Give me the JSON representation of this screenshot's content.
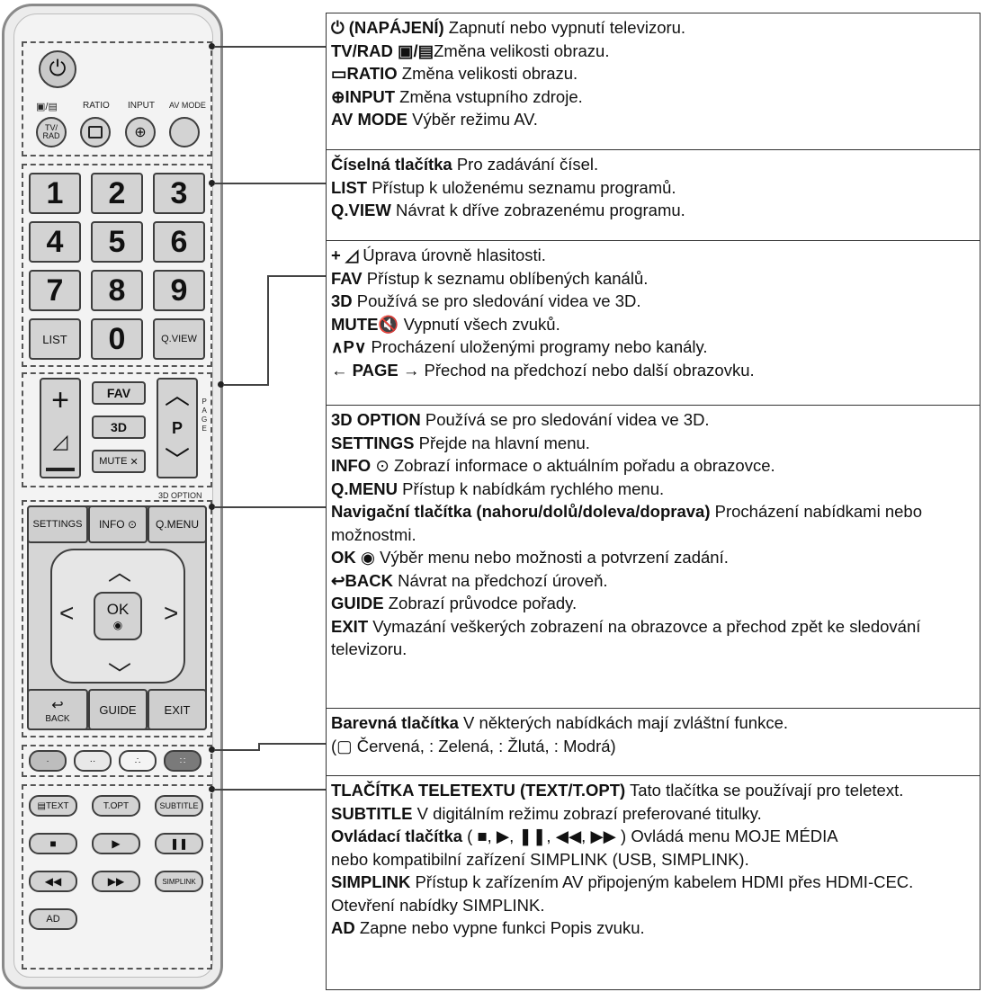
{
  "remote": {
    "power_label": "⏻",
    "tvrad_top": "▣/▤",
    "tvrad_button": "TV/\nRAD",
    "ratio_label": "RATIO",
    "input_label": "INPUT",
    "avmode_label": "AV MODE",
    "keys": [
      "1",
      "2",
      "3",
      "4",
      "5",
      "6",
      "7",
      "8",
      "9",
      "0"
    ],
    "list": "LIST",
    "qview": "Q.VIEW",
    "fav": "FAV",
    "threed": "3D",
    "mute": "MUTE",
    "p": "P",
    "page": "P\nA\nG\nE",
    "threed_option": "3D OPTION",
    "settings": "SETTINGS",
    "info": "INFO ⊙",
    "qmenu": "Q.MENU",
    "ok": "OK",
    "back": "BACK",
    "guide": "GUIDE",
    "exit": "EXIT",
    "text": "TEXT",
    "topt": "T.OPT",
    "subtitle": "SUBTITLE",
    "simplink": "SIMPLINK",
    "ad": "AD"
  },
  "sections": {
    "s1": [
      {
        "b": "⏻ (NAPÁJENÍ)",
        "t": "  Zapnutí nebo vypnutí televizoru."
      },
      {
        "b": "TV/RAD ▣/▤",
        "t": "Změna velikosti obrazu."
      },
      {
        "b": "▭RATIO",
        "t": "  Změna velikosti obrazu."
      },
      {
        "b": "⊕INPUT",
        "t": "  Změna vstupního zdroje."
      },
      {
        "b": "AV MODE",
        "t": "  Výběr režimu AV."
      }
    ],
    "s2": [
      {
        "b": "Číselná tlačítka",
        "t": "  Pro zadávání čísel."
      },
      {
        "b": "LIST",
        "t": "  Přístup k uloženému seznamu programů."
      },
      {
        "b": "Q.VIEW",
        "t": "  Návrat k dříve zobrazenému programu."
      }
    ],
    "s3": [
      {
        "b": "+ ◿",
        "t": " Úprava úrovně hlasitosti."
      },
      {
        "b": "FAV",
        "t": "  Přístup k seznamu oblíbených kanálů."
      },
      {
        "b": "3D",
        "t": "  Používá se pro sledování videa ve 3D."
      },
      {
        "b": "MUTE",
        "t": "🔇 Vypnutí všech zvuků."
      },
      {
        "b": "∧P∨",
        "t": "  Procházení uloženými programy nebo kanály."
      },
      {
        "b": "← PAGE →",
        "t": " Přechod na předchozí nebo další obrazovku."
      }
    ],
    "s4": [
      {
        "b": "3D OPTION",
        "t": "  Používá se pro sledování videa ve 3D."
      },
      {
        "b": "SETTINGS",
        "t": "  Přejde na hlavní menu."
      },
      {
        "b": "INFO",
        "t": " ⊙ Zobrazí informace o aktuálním pořadu a obrazovce."
      },
      {
        "b": "Q.MENU",
        "t": "  Přístup k nabídkám rychlého menu."
      },
      {
        "b": "Navigační tlačítka (nahoru/dolů/doleva/doprava)",
        "t": "  Procházení nabídkami nebo možnostmi."
      },
      {
        "b": "OK",
        "t": " ◉ Výběr menu nebo možnosti a potvrzení zadání."
      },
      {
        "b": "↩BACK",
        "t": "  Návrat na předchozí úroveň."
      },
      {
        "b": "GUIDE",
        "t": "  Zobrazí průvodce pořady."
      },
      {
        "b": "EXIT",
        "t": "  Vymazání veškerých zobrazení na obrazovce a přechod zpět ke sledování televizoru."
      }
    ],
    "s5": [
      {
        "b": "Barevná tlačítka",
        "t": "  V některých nabídkách mají zvláštní funkce."
      },
      {
        "b": "",
        "t": "(▢ Červená,  : Zelená,  : Žlutá,  : Modrá)"
      }
    ],
    "s6": [
      {
        "b": "TLAČÍTKA TELETEXTU (TEXT/T.OPT)",
        "t": "  Tato tlačítka se používají pro teletext."
      },
      {
        "b": "SUBTITLE",
        "t": "  V digitálním režimu zobrazí preferované titulky."
      },
      {
        "b": "Ovládací tlačítka",
        "t": " ( ■, ▶, ❚❚, ◀◀, ▶▶ ) Ovládá menu MOJE MÉDIA"
      },
      {
        "b": "",
        "t": "nebo kompatibilní zařízení SIMPLINK (USB, SIMPLINK)."
      },
      {
        "b": "SIMPLINK",
        "t": "  Přístup k zařízením AV připojeným kabelem HDMI přes HDMI-CEC. Otevření nabídky SIMPLINK."
      },
      {
        "b": "AD",
        "t": "  Zapne nebo vypne funkci Popis zvuku."
      }
    ]
  }
}
